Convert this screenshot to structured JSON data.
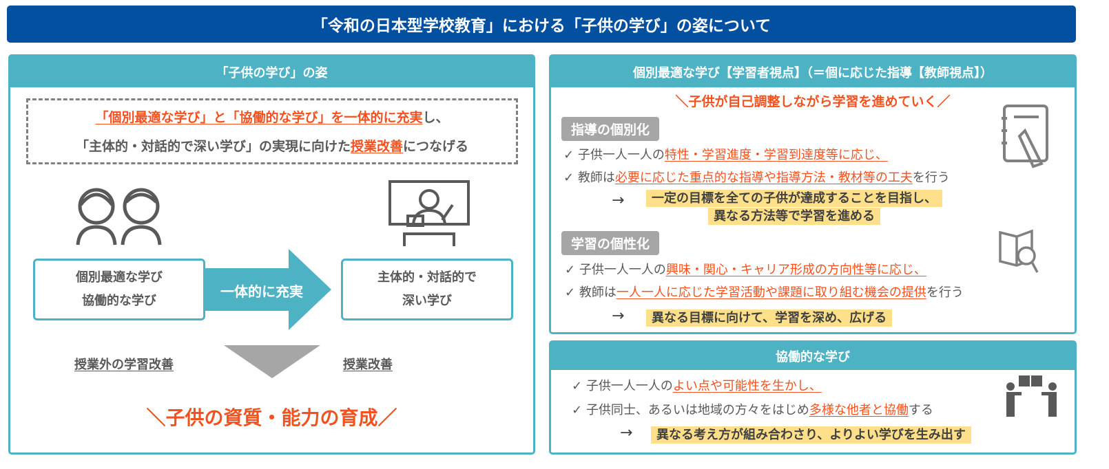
{
  "title": "「令和の日本型学校教育」における「子供の学び」の姿について",
  "left": {
    "header": "「子供の学び」の姿",
    "dashed": {
      "l1_orange": "「個別最適な学び」と「協働的な学び」を一体的に充実",
      "l1_rest": "し、",
      "l2_a": "「主体的・対話的で深い学び」の実現に向けた",
      "l2_orange": "授業改善",
      "l2_b": "につなげる"
    },
    "box_left": [
      "個別最適な学び",
      "協働的な学び"
    ],
    "arrow_label": "一体的に充実",
    "box_right": [
      "主体的・対話的で",
      "深い学び"
    ],
    "label_left": "授業外の学習改善",
    "label_right": "授業改善",
    "bottom": "＼子供の資質・能力の育成／"
  },
  "right_top": {
    "header": "個別最適な学び【学習者視点】（＝個に応じた指導【教師視点】）",
    "slogan": "＼子供が自己調整しながら学習を進めていく／",
    "sec1": {
      "tag": "指導の個別化",
      "i1a": "子供一人一人の",
      "i1o": "特性・学習進度・学習到達度等に応じ、",
      "i2a": "教師は",
      "i2o": "必要に応じた重点的な指導や指導方法・教材等の工夫",
      "i2b": "を行う",
      "r1": "一定の目標を全ての子供が達成することを目指し、",
      "r2": "異なる方法等で学習を進める"
    },
    "sec2": {
      "tag": "学習の個性化",
      "i1a": "子供一人一人の",
      "i1o": "興味・関心・キャリア形成の方向性等に応じ、",
      "i2a": "教師は",
      "i2o": "一人一人に応じた学習活動や課題に取り組む機会の提供",
      "i2b": "を行う",
      "r1": "異なる目標に向けて、学習を深め、広げる"
    },
    "check": "✓",
    "arrow": "→"
  },
  "right_bottom": {
    "header": "協働的な学び",
    "i1a": "子供一人一人の",
    "i1o": "よい点や可能性を生かし、",
    "i2a": "子供同士、あるいは地域の方々をはじめ",
    "i2o": "多様な他者と協働",
    "i2b": "する",
    "r1": "異なる考え方が組み合わさり、よりよい学びを生み出す"
  },
  "colors": {
    "title": "#0450a0",
    "teal": "#4db3c4",
    "accent": "#f4511e",
    "highlight": "#ffe08a"
  }
}
